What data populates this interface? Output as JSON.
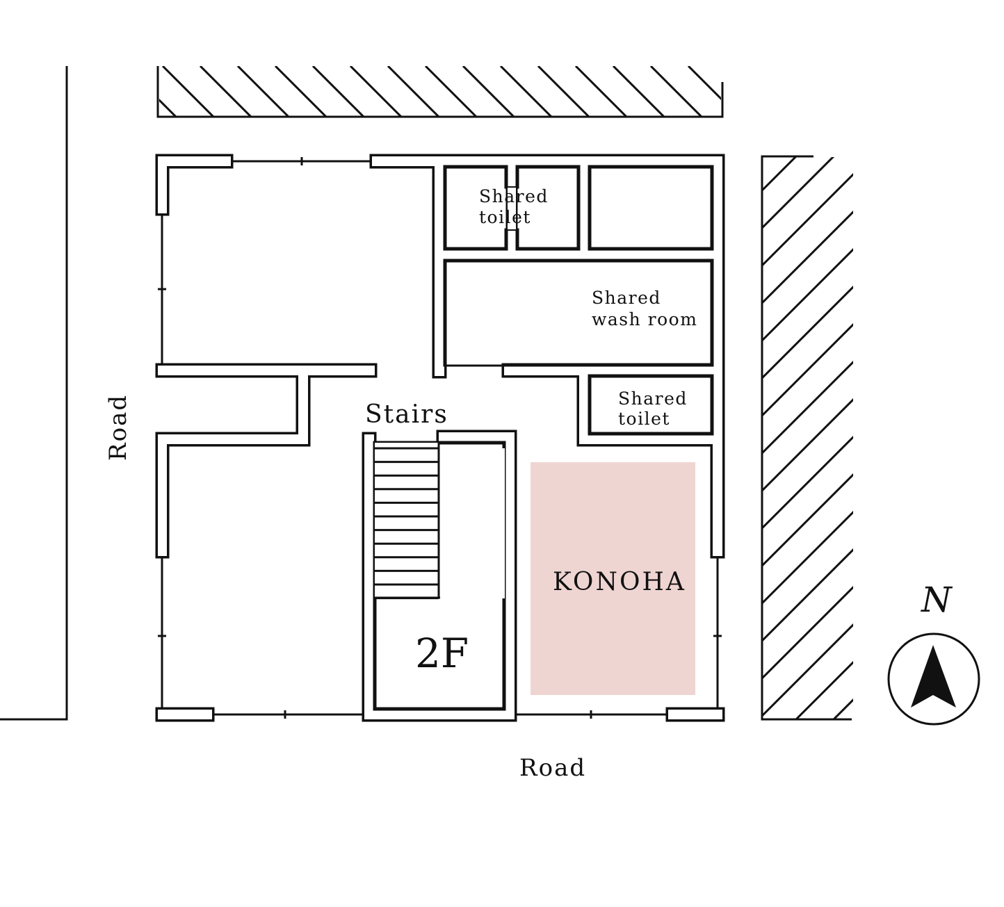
{
  "labels": {
    "shared_toilet_top": [
      "Shared",
      "toilet"
    ],
    "shared_wash_room": [
      "Shared",
      "wash room"
    ],
    "shared_toilet_bottom": [
      "Shared",
      "toilet"
    ],
    "stairs": "Stairs",
    "floor": "2F",
    "unit": "KONOHA",
    "road_left": "Road",
    "road_bottom": "Road",
    "north": "N"
  },
  "colors": {
    "highlight": "#efd5d2",
    "line": "#111111"
  }
}
